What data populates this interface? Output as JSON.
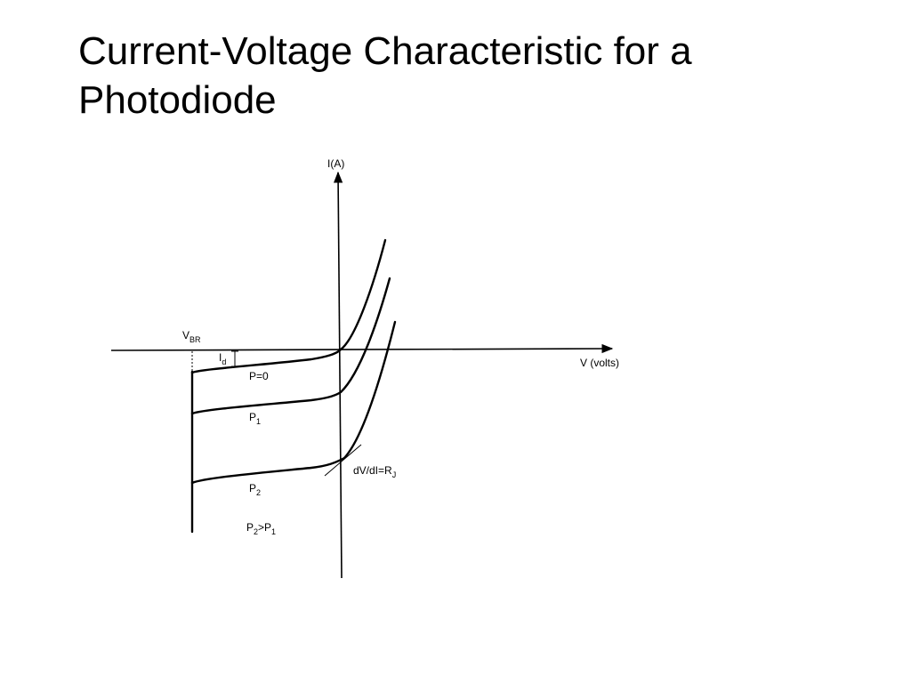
{
  "slide": {
    "title_line1": "Current-Voltage Characteristic for a",
    "title_line2": "Photodiode"
  },
  "diagram": {
    "y_axis_label": "I(A)",
    "x_axis_label": "V (volts)",
    "vbr_label": {
      "main": "V",
      "sub": "BR"
    },
    "id_label": {
      "main": "I",
      "sub": "d"
    },
    "curves": [
      {
        "label": "P=0"
      },
      {
        "label": {
          "main": "P",
          "sub": "1"
        }
      },
      {
        "label": {
          "main": "P",
          "sub": "2"
        }
      }
    ],
    "tangent_label": {
      "main": "dV/dI=R",
      "sub": "J"
    },
    "inequality_label": {
      "p2": "P",
      "p2_sub": "2",
      "op": ">P",
      "p1_sub": "1"
    }
  }
}
